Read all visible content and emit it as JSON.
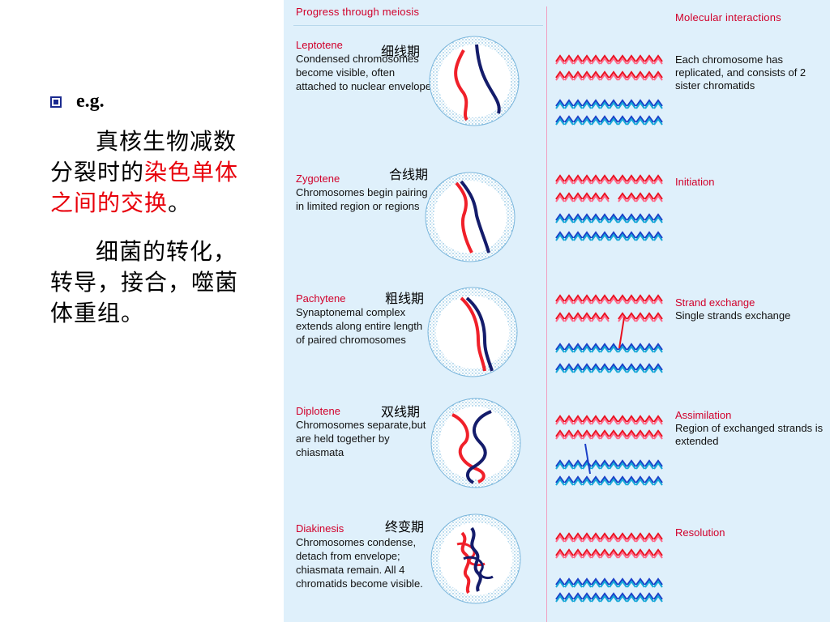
{
  "slide": {
    "eg_label": "e.g.",
    "p1_a": "真核生物减数分裂时的",
    "p1_red": "染色单体之间的交换",
    "p1_b": "。",
    "p2": "细菌的转化，转导，接合，噬菌体重组。"
  },
  "figure": {
    "header_left": "Progress through meiosis",
    "header_right": "Molecular interactions",
    "stages": [
      {
        "name": "Leptotene",
        "desc": "Condensed chromosomes become visible, often attached to nuclear envelope",
        "cn": "细线期",
        "mol_title": "",
        "mol_text": "Each chromosome has replicated, and consists of 2 sister chromatids"
      },
      {
        "name": "Zygotene",
        "desc": "Chromosomes begin pairing in limited region or regions",
        "cn": "合线期",
        "mol_title": "Initiation",
        "mol_text": ""
      },
      {
        "name": "Pachytene",
        "desc": "Synaptonemal complex extends along entire length of paired chromosomes",
        "cn": "粗线期",
        "mol_title": "Strand exchange",
        "mol_text": "Single strands exchange"
      },
      {
        "name": "Diplotene",
        "desc": "Chromosomes separate,but are held together by chiasmata",
        "cn": "双线期",
        "mol_title": "Assimilation",
        "mol_text": "Region of exchanged strands is extended"
      },
      {
        "name": "Diakinesis",
        "desc": "Chromosomes condense, detach from envelope; chiasmata remain. All 4 chromatids become visible.",
        "cn": "终变期",
        "mol_title": "Resolution",
        "mol_text": ""
      }
    ]
  },
  "colors": {
    "red": "#e8000b",
    "navy": "#141c6b",
    "pink_red": "#d1002b",
    "blue": "#1a3fc8",
    "cyan": "#18a8d8",
    "bg": "#dff0fb"
  },
  "icons": {
    "bullet": "square-bullet-icon"
  }
}
